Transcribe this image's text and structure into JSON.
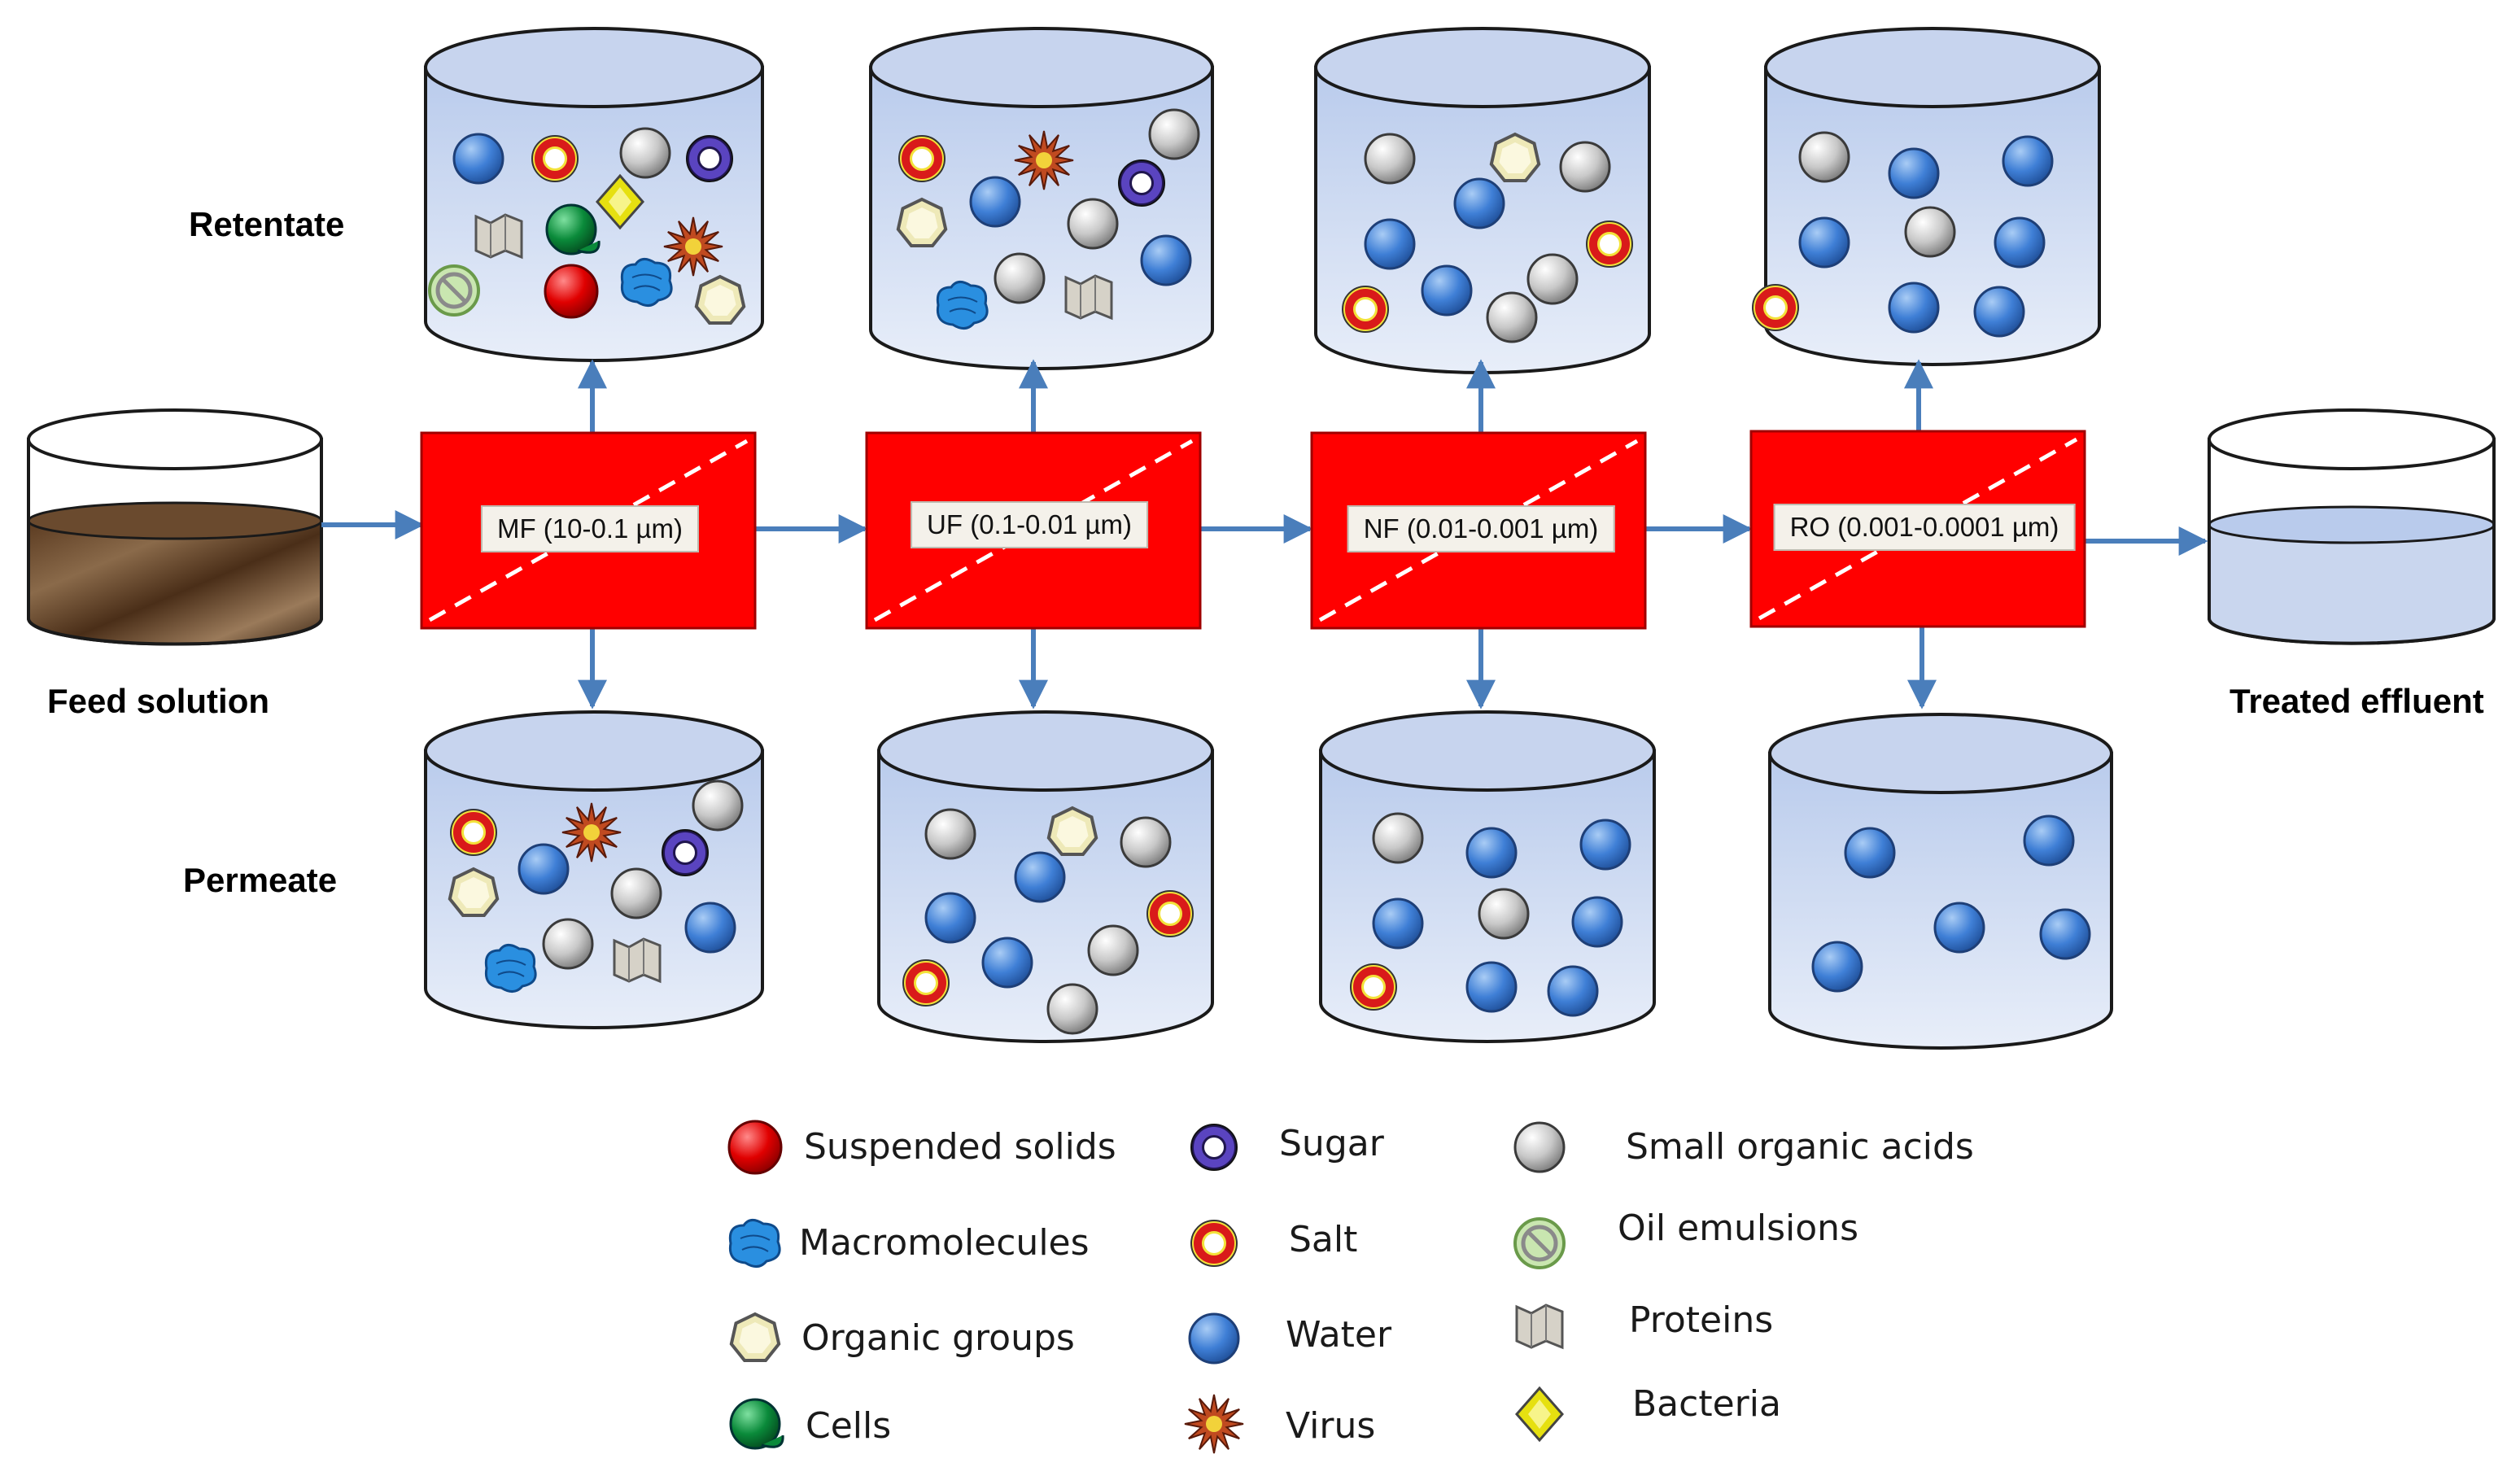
{
  "labels": {
    "retentate": "Retentate",
    "permeate": "Permeate",
    "feed": "Feed  solution",
    "effluent": "Treated effluent"
  },
  "membranes": [
    {
      "id": "mf",
      "label": "MF (10-0.1 µm)"
    },
    {
      "id": "uf",
      "label": "UF (0.1-0.01 µm)"
    },
    {
      "id": "nf",
      "label": "NF (0.01-0.001 µm)"
    },
    {
      "id": "ro",
      "label": "RO (0.001-0.0001 µm)"
    }
  ],
  "legend": [
    {
      "icon": "suspended-solids",
      "label": "Suspended solids"
    },
    {
      "icon": "macromolecules",
      "label": "Macromolecules"
    },
    {
      "icon": "organic-groups",
      "label": "Organic groups"
    },
    {
      "icon": "cells",
      "label": "Cells"
    },
    {
      "icon": "sugar",
      "label": "Sugar"
    },
    {
      "icon": "salt",
      "label": "Salt"
    },
    {
      "icon": "water",
      "label": "Water"
    },
    {
      "icon": "virus",
      "label": "Virus"
    },
    {
      "icon": "small-organic-acids",
      "label": "Small organic acids"
    },
    {
      "icon": "oil-emulsions",
      "label": "Oil emulsions"
    },
    {
      "icon": "proteins",
      "label": "Proteins"
    },
    {
      "icon": "bacteria",
      "label": "Bacteria"
    }
  ],
  "colors": {
    "membrane": "#ff0000",
    "arrow": "#4a7ebb",
    "tank_fill": "#c9d6ee",
    "water": "#3f7fd6",
    "acid": "#c8c8c8",
    "salt_ring": "#d91a1a",
    "sugar_ring": "#3f2a96",
    "solid": "#e00000",
    "cell": "#0a8a3a",
    "macro": "#2a8fe0",
    "organic": "#eee9b8",
    "virus": "#a0301a",
    "bacteria": "#e6e010",
    "oil": "#8cbf6a",
    "protein": "#d6d2c8"
  }
}
